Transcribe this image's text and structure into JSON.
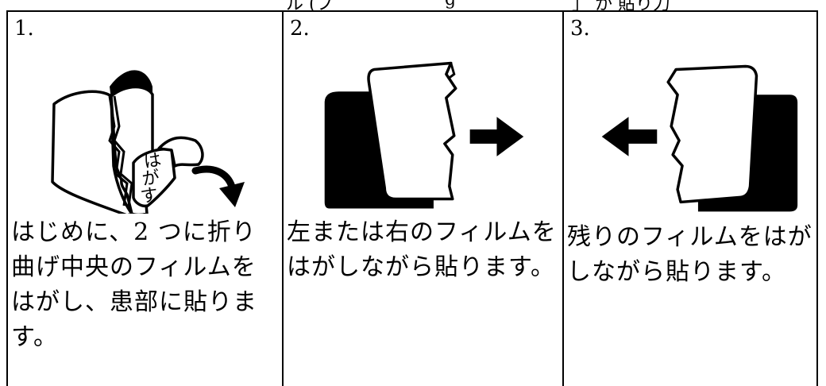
{
  "header_fragment": {
    "left": "ル (フ",
    "middle": "g",
    "right": "」 か 貼り力"
  },
  "steps": [
    {
      "number": "1.",
      "label": "はがす",
      "text": "はじめに、2 つに折り曲げ中央のフィルムをはがし、患部に貼ります。"
    },
    {
      "number": "2.",
      "text": "左または右のフィルムをはがしながら貼ります。"
    },
    {
      "number": "3.",
      "text": "残りのフィルムをはがしながら貼ります。"
    }
  ],
  "colors": {
    "ink": "#000000",
    "paper": "#ffffff"
  },
  "icons": [
    "film-fold-peel-icon",
    "right-arrow-icon",
    "left-arrow-icon"
  ]
}
